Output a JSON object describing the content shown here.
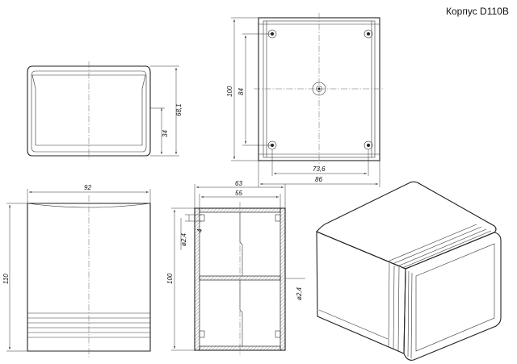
{
  "title": "Корпус D110B",
  "dimensions": {
    "side_height_total": "68,1",
    "side_height_inner": "34",
    "top_width_outer": "86",
    "top_width_holes": "73,6",
    "top_depth_outer": "100",
    "top_depth_holes": "84",
    "front_width": "92",
    "front_height": "110",
    "section_width_outer": "63",
    "section_width_inner": "55",
    "section_height": "100",
    "section_small": "4",
    "section_dia_upper": "ø2,4",
    "section_dia_lower": "ø2,4"
  }
}
